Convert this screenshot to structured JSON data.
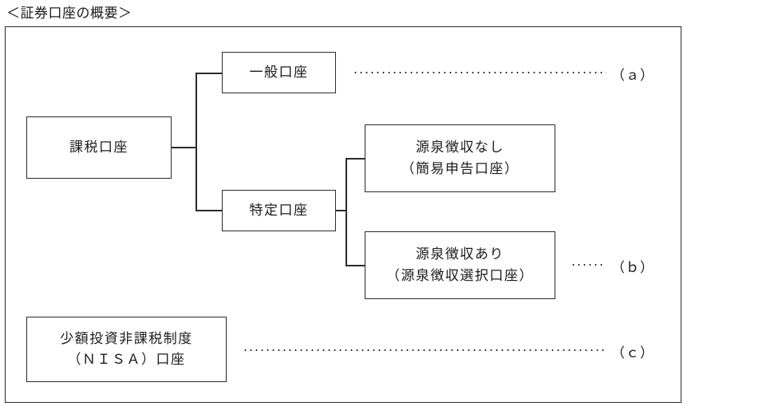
{
  "diagram": {
    "title": "＜証券口座の概要＞",
    "type": "tree-diagram",
    "nodes": [
      {
        "id": "taxable",
        "label": "課税口座"
      },
      {
        "id": "general",
        "label": "一般口座"
      },
      {
        "id": "specific",
        "label": "特定口座"
      },
      {
        "id": "no-withhold",
        "label_line1": "源泉徴収なし",
        "label_line2": "（簡易申告口座）"
      },
      {
        "id": "withhold",
        "label_line1": "源泉徴収あり",
        "label_line2": "（源泉徴収選択口座）"
      },
      {
        "id": "nisa",
        "label_line1": "少額投資非課税制度",
        "label_line2": "（ＮＩＳＡ）口座"
      }
    ],
    "references": [
      {
        "id": "a",
        "label": "（ａ）",
        "points_to": "general"
      },
      {
        "id": "b",
        "label": "（ｂ）",
        "points_to": "withhold"
      },
      {
        "id": "c",
        "label": "（ｃ）",
        "points_to": "nisa"
      }
    ]
  },
  "colors": {
    "stroke": "#2a2a2a",
    "text": "#1b1b1b",
    "background": "#ffffff"
  }
}
